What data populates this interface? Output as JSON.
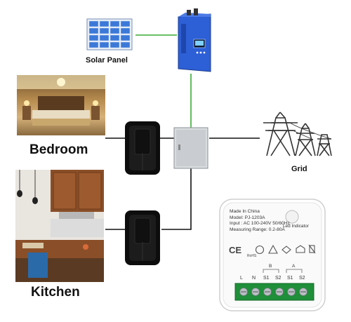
{
  "labels": {
    "solar_panel": "Solar Panel",
    "grid": "Grid",
    "bedroom": "Bedroom",
    "kitchen": "Kitchen"
  },
  "meter": {
    "line1": "Made In China",
    "line2": "Model: PJ-1203A",
    "line3": "Input : AC 100-240V 50/60Hz",
    "line4": "Measuring Range: 0.2-80A",
    "led_label": "Led Indicator",
    "ce_mark": "CE",
    "rohs_mark": "RoHS",
    "group_b": "B",
    "group_a": "A",
    "terminals": [
      "L",
      "N",
      "S1",
      "S2",
      "S1",
      "S2"
    ]
  },
  "colors": {
    "green_wire": "#3aaa35",
    "black_wire": "#111111",
    "inverter_blue": "#2d5fd6",
    "terminal_green": "#1f8f3a"
  }
}
